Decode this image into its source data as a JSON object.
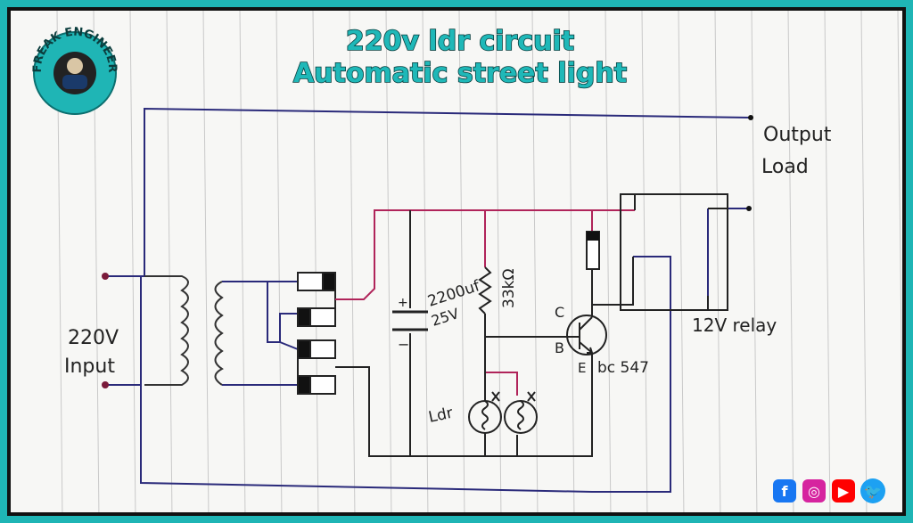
{
  "title": {
    "line1": "220v ldr circuit",
    "line2": "Automatic street light"
  },
  "logo": {
    "text": "FREAK ENGINEER"
  },
  "labels": {
    "input": "220V",
    "input2": "Input",
    "output": "Output",
    "output2": "Load",
    "capacitor": "2200uf",
    "capacitor_v": "25V",
    "resistor": "33kΩ",
    "relay": "12V relay",
    "transistor": "bc 547",
    "pin_c": "C",
    "pin_b": "B",
    "pin_e": "E",
    "ldr": "Ldr",
    "plus": "+",
    "minus": "−"
  },
  "social": [
    {
      "name": "facebook-icon",
      "glyph": "f",
      "color": "#1877f2"
    },
    {
      "name": "instagram-icon",
      "glyph": "◎",
      "color": "#d6249f"
    },
    {
      "name": "youtube-icon",
      "glyph": "▶",
      "color": "#ff0000"
    },
    {
      "name": "twitter-icon",
      "glyph": "🐦",
      "color": "#1da1f2"
    }
  ],
  "colors": {
    "blue_wire": "#2a2a7a",
    "pink_wire": "#b0245a",
    "black_wire": "#222222",
    "accent": "#1fb5b5"
  }
}
